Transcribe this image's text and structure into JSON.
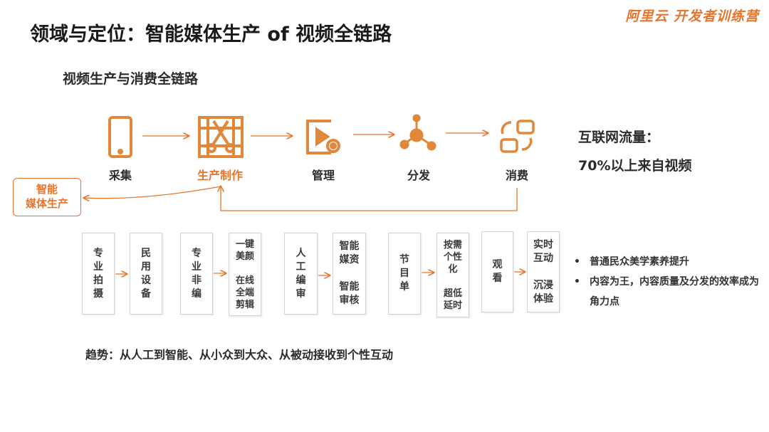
{
  "title": "领域与定位：智能媒体生产 of 视频全链路",
  "logo": "阿里云 开发者训练营",
  "subtitle": "视频生产与消费全链路",
  "stages": [
    {
      "label": "采集",
      "icon": "phone-icon"
    },
    {
      "label": "生产制作",
      "icon": "scissors-film-icon"
    },
    {
      "label": "管理",
      "icon": "video-settings-icon"
    },
    {
      "label": "分发",
      "icon": "share-network-icon"
    },
    {
      "label": "消费",
      "icon": "cycle-icon"
    }
  ],
  "left_box": "智能\n媒体生产",
  "side": {
    "line1": "互联网流量：",
    "line2": "70%以上来自视频"
  },
  "boxes": [
    "专\n业\n拍\n摄",
    "民\n用\n设\n备",
    "专\n业\n非\n编",
    "一键\n美颜\n\n在线\n全端\n剪辑",
    "人\n工\n编\n审",
    "智能\n媒资\n\n智能\n审核",
    "节\n目\n单",
    "按需\n个性\n化\n\n超低\n延时",
    "观\n看",
    "实时\n互动\n\n沉浸\n体验"
  ],
  "bullets": [
    "普通民众美学素养提升",
    "内容为王，内容质量及分发的效率成为角力点"
  ],
  "trend": "趋势：从人工到智能、从小众到大众、从被动接收到个性互动",
  "colors": {
    "accent": "#e8742c",
    "icon": "#e0873a"
  }
}
